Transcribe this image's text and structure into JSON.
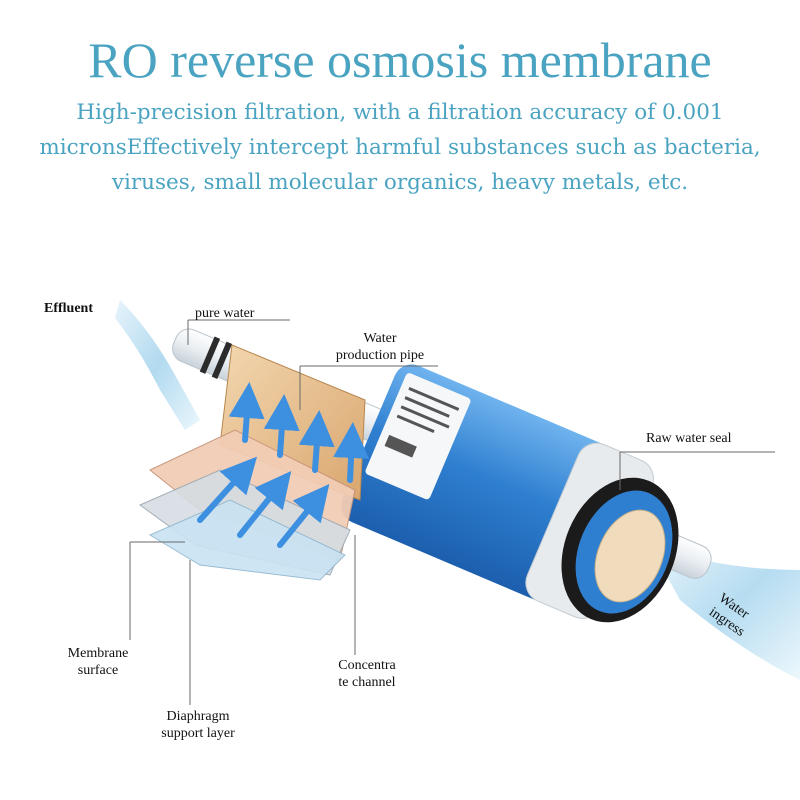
{
  "title": "RO reverse osmosis membrane",
  "subtitle_lines": [
    "High-precision filtration, with a filtration accuracy of 0.001",
    "micronsEffectively intercept harmful substances such as bacteria,",
    "viruses, small molecular organics, heavy metals, etc."
  ],
  "labels": {
    "effluent": "Effluent",
    "pure_water": "pure water",
    "water_production_pipe_1": "Water",
    "water_production_pipe_2": "production pipe",
    "raw_water_seal": "Raw water seal",
    "water_ingress_1": "Water",
    "water_ingress_2": "ingress",
    "membrane_surface_1": "Membrane",
    "membrane_surface_2": "surface",
    "concentrate_channel_1": "Concentra",
    "concentrate_channel_2": "te channel",
    "diaphragm_support_1": "Diaphragm",
    "diaphragm_support_2": "support layer"
  },
  "colors": {
    "heading": "#4aa3c1",
    "membrane_blue": "#2f7fd0",
    "pipe_white": "#eef2f5",
    "mesh_tan": "#e2b98a",
    "arrow_blue": "#3d8fe0",
    "leader_line": "#6a6a6a"
  }
}
